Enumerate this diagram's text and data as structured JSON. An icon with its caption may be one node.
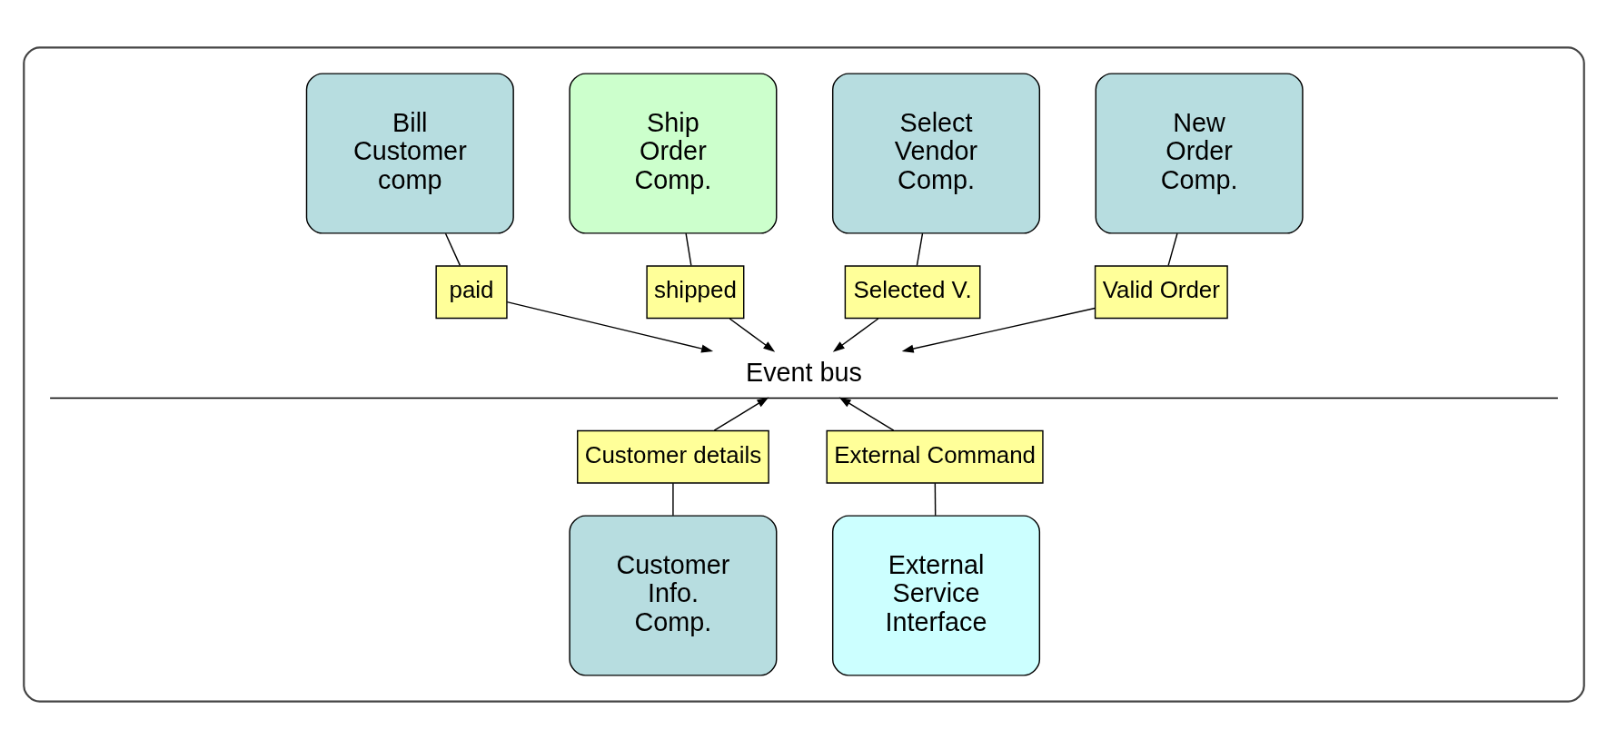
{
  "diagram": {
    "nodes": [
      {
        "text": [],
        "shape": "box"
      },
      {
        "text": [
          "New Order Comp."
        ],
        "in": 0
      },
      {
        "text": [
          "Select Vendor Comp."
        ],
        "in": 0
      },
      {
        "text": [
          "Ship Order Comp."
        ],
        "in": 0
      },
      {
        "text": [
          "Bill Customer comp"
        ],
        "in": 0
      },
      {
        "text": [
          "Valid Order"
        ],
        "in": 0
      },
      {
        "text": [
          "Selected V."
        ],
        "in": 0
      },
      {
        "text": [
          "shipped"
        ],
        "in": 0
      },
      {
        "text": [
          "paid"
        ],
        "in": 0
      },
      {
        "text": [
          "Event bus"
        ],
        "in": 0
      },
      {
        "text": [
          "Customer details"
        ],
        "in": 0
      },
      {
        "text": [
          "External Command"
        ],
        "in": 0
      },
      {
        "text": [
          "Customer Info. Comp."
        ],
        "in": 0
      },
      {
        "text": [
          "External Service Interface"
        ],
        "in": 0
      }
    ],
    "edges": [
      {
        "from": 1,
        "to": 5,
        "arrow": "none"
      },
      {
        "from": 2,
        "to": 6,
        "arrow": "none"
      },
      {
        "from": 3,
        "to": 7,
        "arrow": "none"
      },
      {
        "from": 4,
        "to": 8,
        "arrow": "none"
      },
      {
        "from": 5,
        "to": 9,
        "arrow": "to"
      },
      {
        "from": 6,
        "to": 9,
        "arrow": "to"
      },
      {
        "from": 7,
        "to": 9,
        "arrow": "to"
      },
      {
        "from": 8,
        "to": 9,
        "arrow": "to"
      },
      {
        "from": 12,
        "to": 10,
        "arrow": "none"
      },
      {
        "from": 10,
        "to": 9,
        "arrow": "to"
      },
      {
        "from": 13,
        "to": 11,
        "arrow": "none"
      },
      {
        "from": 11,
        "to": 9,
        "arrow": "to"
      }
    ]
  }
}
